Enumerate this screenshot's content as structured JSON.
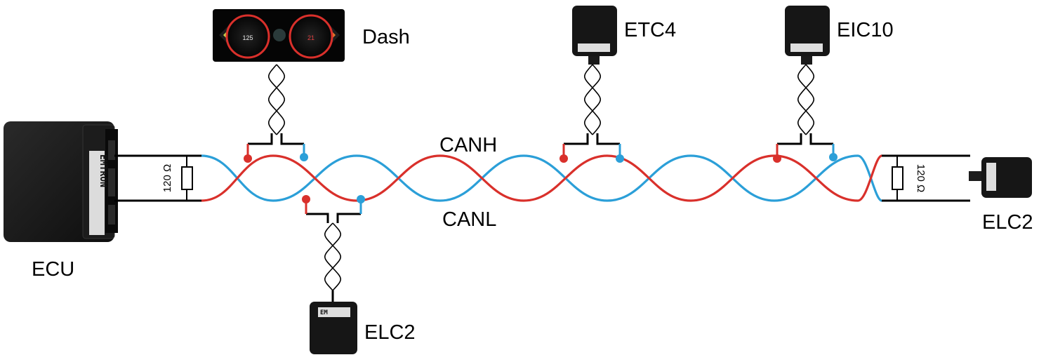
{
  "labels": {
    "dash": "Dash",
    "etc4": "ETC4",
    "eic10": "EIC10",
    "ecu": "ECU",
    "elc2_bottom": "ELC2",
    "elc2_right": "ELC2",
    "canh": "CANH",
    "canl": "CANL"
  },
  "resistors": {
    "left": "120 Ω",
    "right": "120 Ω"
  },
  "dash_display": {
    "left_gauge": "125",
    "right_gauge": "21"
  },
  "device_logo": "EM",
  "colors": {
    "canh": "#d9302b",
    "canl": "#2b9fd8",
    "stub_wire": "#000000",
    "device_body": "#141414"
  },
  "icons": [
    "ecu-unit-icon",
    "dash-display-icon",
    "can-module-icon",
    "resistor-icon",
    "twisted-pair-icon"
  ]
}
